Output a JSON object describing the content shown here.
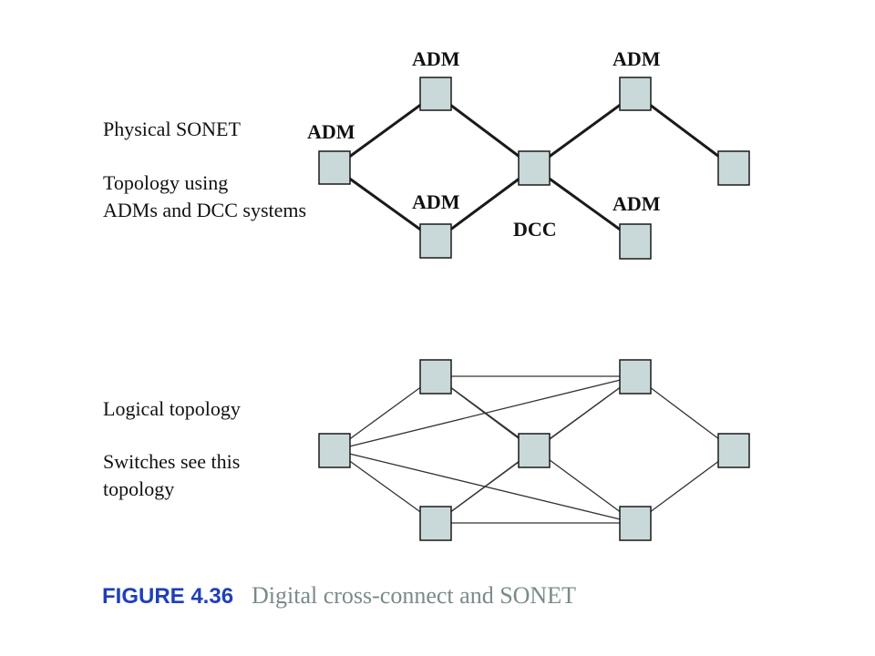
{
  "colors": {
    "node_fill": "#c9d9d9",
    "node_stroke": "#1a1a1a",
    "link_physical": "#1a1a1a",
    "link_logical": "#333333",
    "caption_number": "#1f3fb8",
    "caption_text": "#7a8a8a"
  },
  "physical": {
    "label_line1": "Physical SONET",
    "label_line2": "Topology using",
    "label_line3": "ADMs and DCC systems",
    "adm_left": "ADM",
    "adm_top1": "ADM",
    "adm_bottom1": "ADM",
    "adm_top2": "ADM",
    "adm_bottom2": "ADM",
    "dcc": "DCC"
  },
  "logical": {
    "label_line1": "Logical topology",
    "label_line2": "Switches see this",
    "label_line3": "topology"
  },
  "caption": {
    "number": "FIGURE 4.36",
    "text": "Digital cross-connect and SONET"
  }
}
